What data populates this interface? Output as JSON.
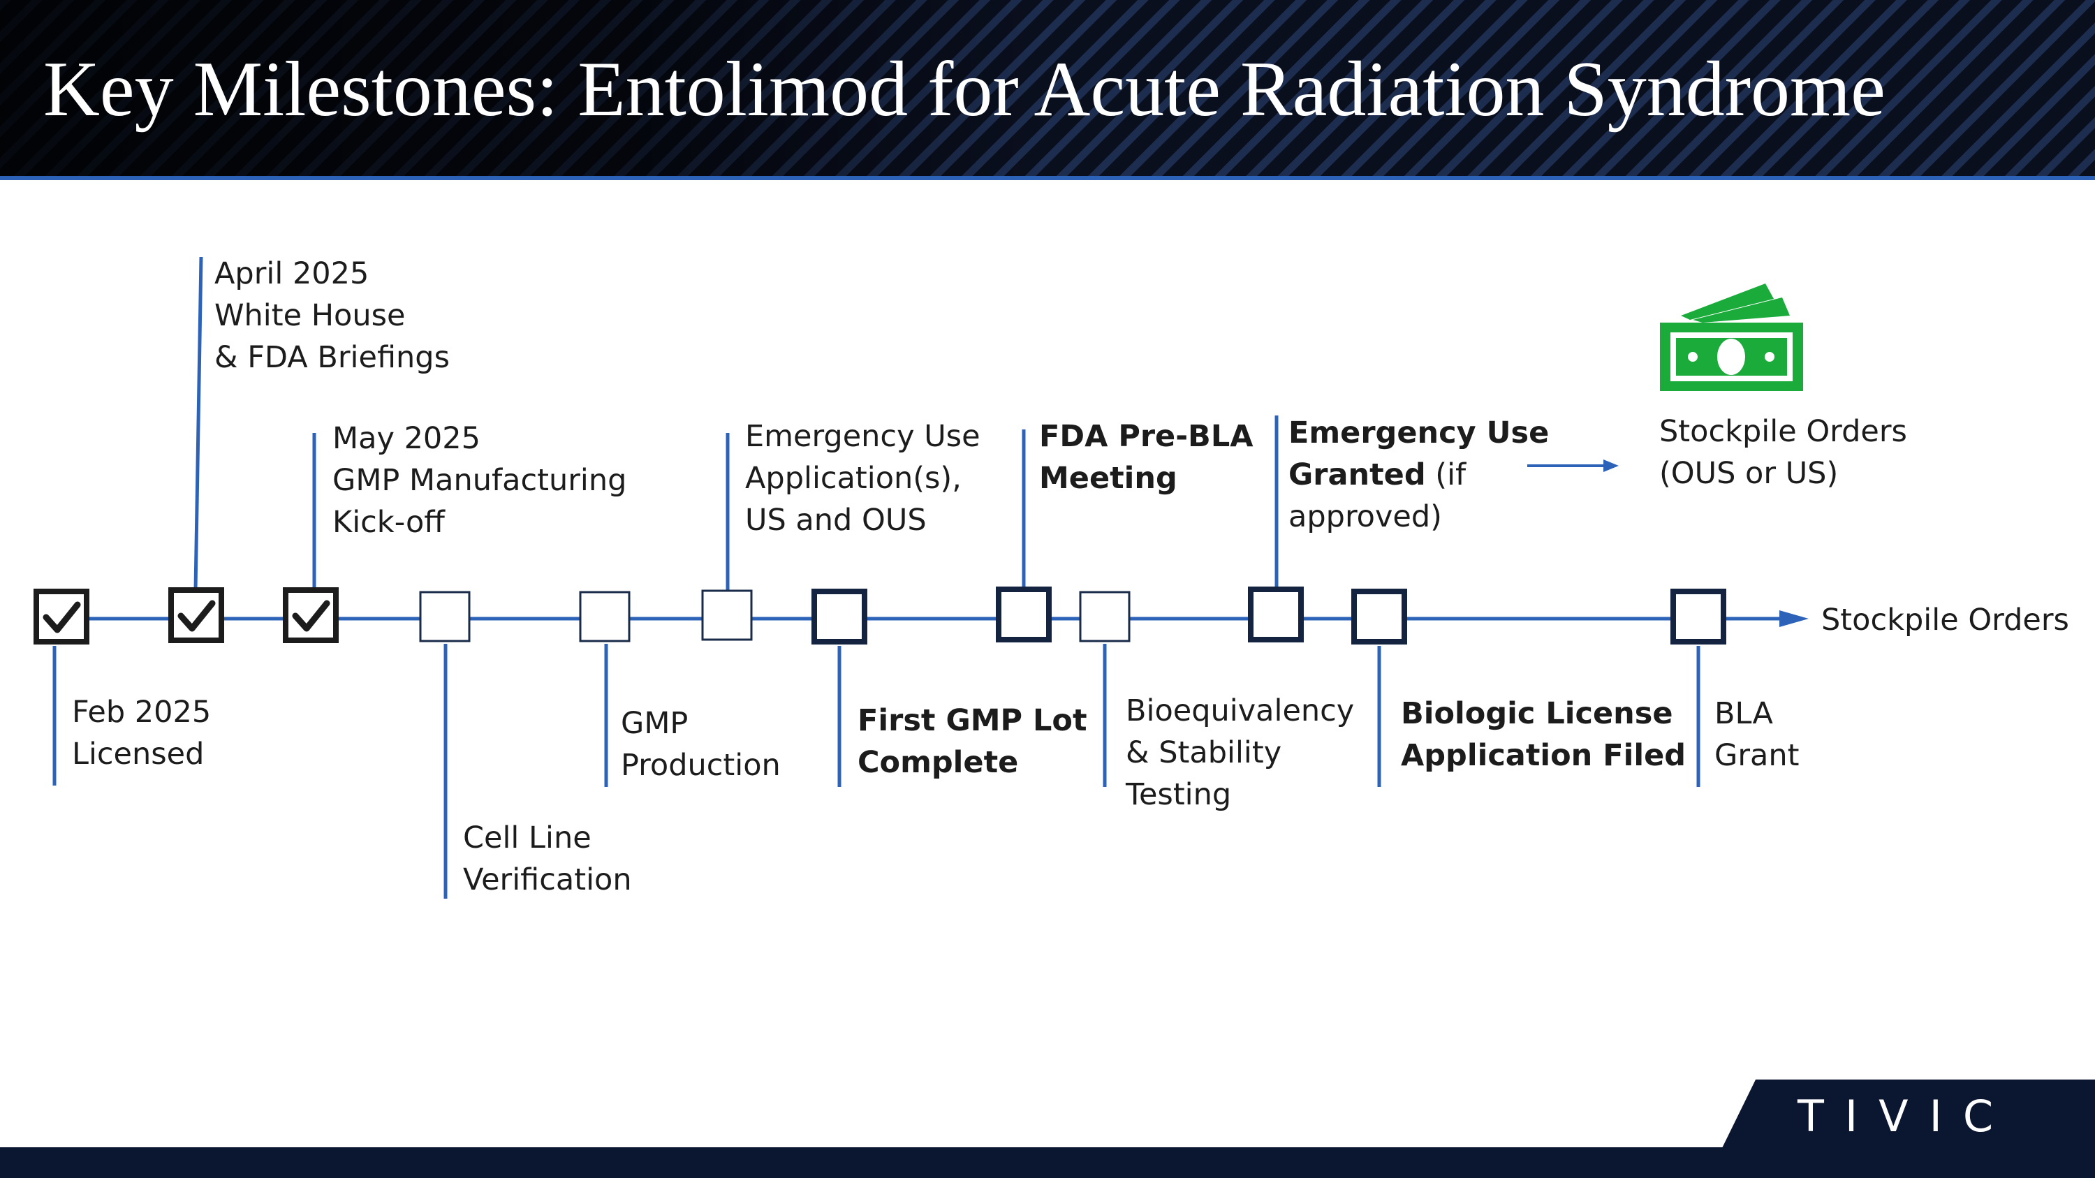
{
  "slide": {
    "title": "Key Milestones: Entolimod for Acute Radiation Syndrome"
  },
  "colors": {
    "header_bg": "#0a0f1e",
    "accent_blue": "#2c63b8",
    "navy": "#0b1630",
    "box_dark": "#1a2b4a",
    "money_green": "#1aab3b"
  },
  "milestones": [
    {
      "id": "feb-2025",
      "lines": [
        "Feb 2025",
        "Licensed"
      ],
      "bold": false,
      "position": "below",
      "status": "completed"
    },
    {
      "id": "april-2025",
      "lines": [
        "April 2025",
        "White House",
        "& FDA Briefings"
      ],
      "bold": false,
      "position": "above",
      "status": "completed"
    },
    {
      "id": "may-2025",
      "lines": [
        "May 2025",
        "GMP Manufacturing",
        "Kick-off"
      ],
      "bold": false,
      "position": "above",
      "status": "completed"
    },
    {
      "id": "cell-line",
      "lines": [
        "Cell Line",
        "Verification"
      ],
      "bold": false,
      "position": "below",
      "status": "pending"
    },
    {
      "id": "gmp-production",
      "lines": [
        "GMP",
        "Production"
      ],
      "bold": false,
      "position": "below",
      "status": "pending"
    },
    {
      "id": "eua-application",
      "lines": [
        "Emergency Use",
        "Application(s),",
        "US and OUS"
      ],
      "bold": false,
      "position": "above",
      "status": "pending"
    },
    {
      "id": "first-gmp-lot",
      "lines": [
        "First GMP Lot",
        "Complete"
      ],
      "bold": true,
      "position": "below",
      "status": "key"
    },
    {
      "id": "pre-bla",
      "lines": [
        "FDA Pre-BLA",
        "Meeting"
      ],
      "bold": true,
      "position": "above",
      "status": "key"
    },
    {
      "id": "bioequivalency",
      "lines": [
        "Bioequivalency",
        "& Stability",
        "Testing"
      ],
      "bold": false,
      "position": "below",
      "status": "pending"
    },
    {
      "id": "eua-granted",
      "lines": [
        "Emergency Use",
        "Granted",
        " (if",
        "approved)"
      ],
      "bold": false,
      "position": "above",
      "status": "key"
    },
    {
      "id": "bla-filed",
      "lines": [
        "Biologic License",
        "Application Filed"
      ],
      "bold": true,
      "position": "below",
      "status": "key"
    },
    {
      "id": "bla-grant",
      "lines": [
        "BLA",
        "Grant"
      ],
      "bold": false,
      "position": "below",
      "status": "key"
    }
  ],
  "end_label": "Stockpile Orders",
  "stockpile_callout": [
    "Stockpile Orders",
    "(OUS or US)"
  ],
  "icons": {
    "money": "money-stack-icon",
    "check": "checkmark-icon",
    "arrow": "arrow-right-icon"
  },
  "logo": {
    "text": "TIVIC"
  }
}
